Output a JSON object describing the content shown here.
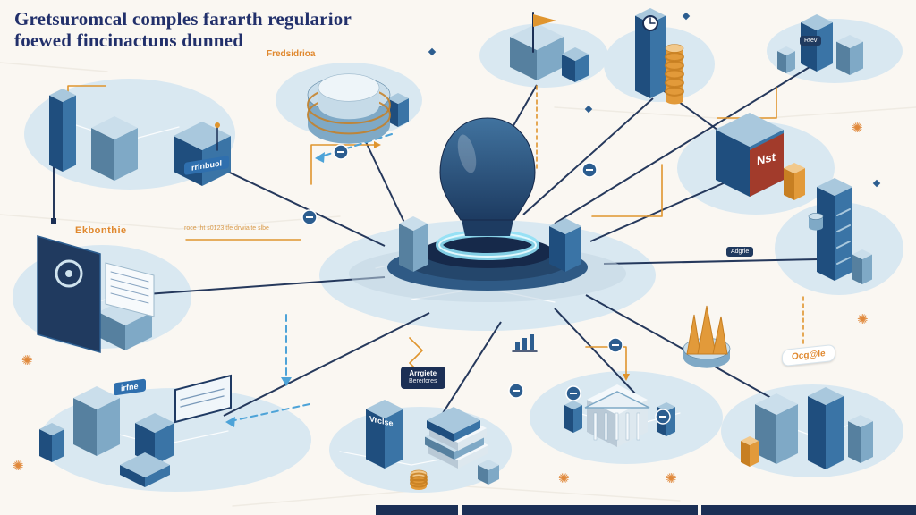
{
  "title": {
    "line1": "Gretsuromcal comples fararth regularior",
    "line2": "foewed fincinactuns dunned"
  },
  "labels": {
    "fredsidrioa": "Fredsidrioa",
    "rrinbuol": "rrinbuol",
    "ekbonthie": "Ekbonthie",
    "note": "roce tht s0123 tfe drwialte slbe",
    "nst": "Nst",
    "argiete_line1": "Arrgiete",
    "argiete_line2": "Bereifcres",
    "ocgale": "Ocg@le",
    "irfne": "irfne",
    "vrclse": "Vrclse",
    "rtev": "Rtev",
    "adgrle": "Adgrle"
  },
  "colors": {
    "background": "#faf7f2",
    "island": "#d9e8f1",
    "accent_navy": "#1b2f55",
    "accent_blue": "#2f6fae",
    "accent_orange": "#e0952e",
    "glow_cyan": "#8fe0f5"
  }
}
